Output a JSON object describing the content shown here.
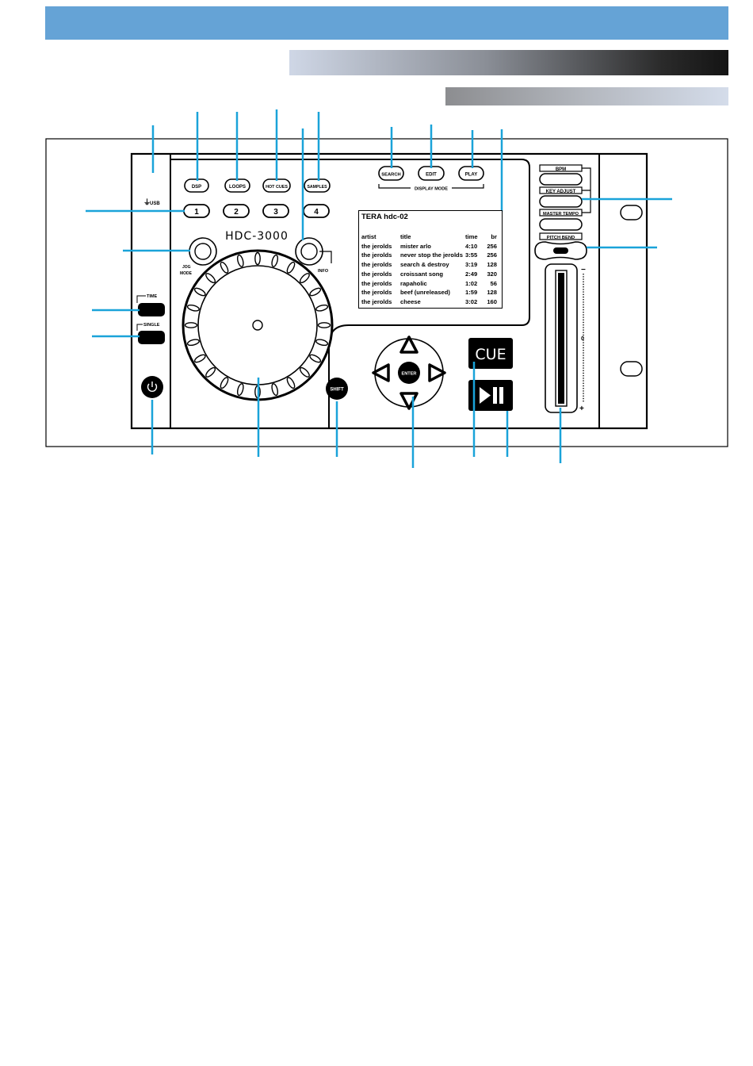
{
  "device": {
    "model_name": "HDC-3000",
    "usb_label": "USB",
    "buttons": {
      "dsp": "DSP",
      "loops": "LOOPS",
      "hot_cues": "HOT CUES",
      "samples": "SAMPLES",
      "search": "SEARCH",
      "edit": "EDIT",
      "play": "PLAY",
      "display_mode": "DISPLAY MODE",
      "numbers": [
        "1",
        "2",
        "3",
        "4"
      ],
      "jog_mode": [
        "JOG",
        "MODE"
      ],
      "info": "INFO",
      "time": "TIME",
      "single": "SINGLE",
      "shift": "SHIFT",
      "enter": "ENTER",
      "cue": "CUE",
      "bpm": "BPM",
      "key_adjust": "KEY ADJUST",
      "master_tempo": "MASTER TEMPO",
      "pitch_bend": "PITCH BEND"
    },
    "slider": {
      "minus": "−",
      "zero": "0",
      "plus": "+"
    }
  },
  "display": {
    "title": "TERA hdc-02",
    "columns": [
      "artist",
      "title",
      "time",
      "br"
    ],
    "rows": [
      [
        "the jerolds",
        "mister arlo",
        "4:10",
        "256"
      ],
      [
        "the jerolds",
        "never stop the jerolds",
        "3:55",
        "256"
      ],
      [
        "the jerolds",
        "search & destroy",
        "3:19",
        "128"
      ],
      [
        "the jerolds",
        "croissant song",
        "2:49",
        "320"
      ],
      [
        "the jerolds",
        "rapaholic",
        "1:02",
        "56"
      ],
      [
        "the jerolds",
        "beef (unreleased)",
        "1:59",
        "128"
      ],
      [
        "the jerolds",
        "cheese",
        "3:02",
        "160"
      ]
    ]
  },
  "colors": {
    "header_bar": "#65a3d6",
    "callout": "#1aa3d9",
    "button_dark": "#000000"
  }
}
